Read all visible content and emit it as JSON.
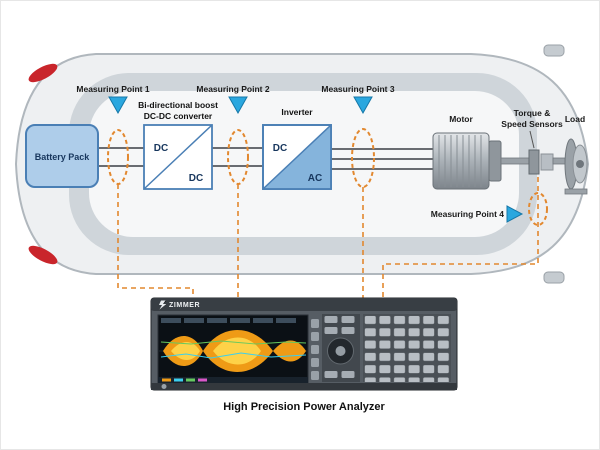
{
  "measuring_points": [
    {
      "label": "Measuring Point 1"
    },
    {
      "label": "Measuring Point 2"
    },
    {
      "label": "Measuring Point 3"
    },
    {
      "label": "Measuring Point 4"
    }
  ],
  "components": {
    "battery": {
      "label": "Battery Pack"
    },
    "dcdc_converter": {
      "title_line1": "Bi-directional boost",
      "title_line2": "DC-DC converter",
      "top_label": "DC",
      "bottom_label": "DC"
    },
    "inverter": {
      "title": "Inverter",
      "top_label": "DC",
      "bottom_label": "AC"
    },
    "motor": {
      "label": "Motor"
    },
    "torque_speed_sensors": {
      "title_line1": "Torque &",
      "title_line2": "Speed Sensors"
    },
    "load": {
      "label": "Load"
    }
  },
  "analyzer": {
    "brand": "ZIMMER",
    "caption": "High Precision Power Analyzer"
  },
  "colors": {
    "measurement_accent": "#e2882f",
    "marker_blue": "#2aa7df",
    "block_border_blue": "#4a7fb5",
    "battery_fill": "#aecdea",
    "inverter_ac_fill": "#85b4dc",
    "tail_light_red": "#c9252b"
  }
}
